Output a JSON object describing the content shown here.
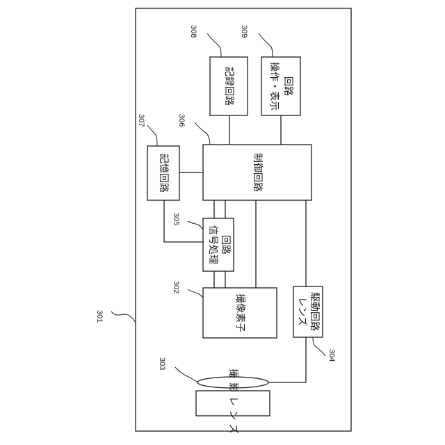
{
  "diagram": {
    "blocks": {
      "recording_circuit": {
        "ref": "308",
        "lines": [
          "記録回路"
        ]
      },
      "operation_display_circuit": {
        "ref": "309",
        "lines": [
          "操作・表示",
          "回路"
        ]
      },
      "control_circuit": {
        "ref": "306",
        "lines": [
          "制御回路"
        ]
      },
      "memory_circuit": {
        "ref": "307",
        "lines": [
          "記憶回路"
        ]
      },
      "signal_processing_circuit": {
        "ref": "305",
        "lines": [
          "信号処理",
          "回路"
        ]
      },
      "image_sensor": {
        "ref": "302",
        "lines": [
          "撮像素子"
        ]
      },
      "lens_drive_circuit": {
        "ref": "304",
        "lines": [
          "レンズ",
          "駆動回路"
        ]
      },
      "photographing_lens": {
        "lines": [
          "撮影レンズ"
        ]
      }
    },
    "device_ref": "301",
    "lens_ref": "303"
  }
}
